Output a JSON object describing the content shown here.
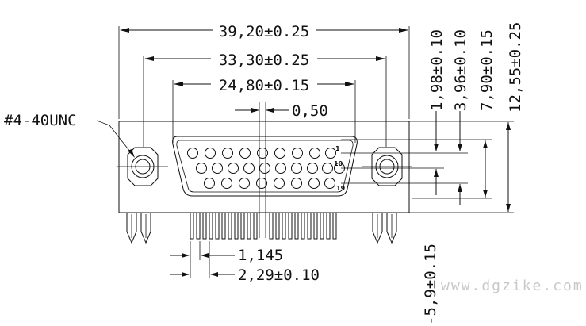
{
  "title": "",
  "thread_label": "#4-40UNC",
  "dimensions": {
    "overall_width": "39,20±0.25",
    "mount_pitch": "33,30±0.25",
    "shell_width": "24,80±0.15",
    "offset": "0,50",
    "row1_height": "1,98±0.10",
    "row2_height": "3,96±0.10",
    "row3_height": "7,90±0.15",
    "total_height": "12,55±0.25",
    "pin_width": "1,145",
    "pin_pitch": "2,29±0.10",
    "tail_length": "-5,9±0.15"
  },
  "pin_labels": {
    "first": "1",
    "row2_first": "10",
    "row3_first": "19"
  },
  "watermark": "www.dgzike.com"
}
